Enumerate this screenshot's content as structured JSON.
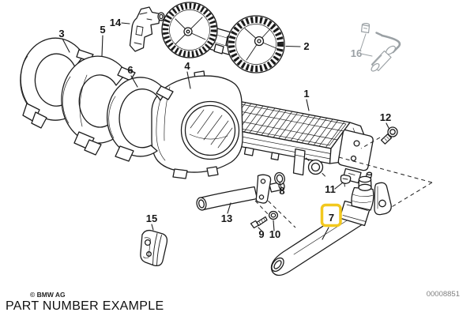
{
  "diagram": {
    "copyright": "© BMW AG",
    "caption": "PART NUMBER EXAMPLE",
    "document_number": "00008851",
    "highlighted_part": "7",
    "colors": {
      "line": "#1c1c1c",
      "muted_part": "#9aa0a4",
      "highlight": "#f2c81e",
      "background": "#ffffff"
    },
    "callouts": [
      {
        "label": "1"
      },
      {
        "label": "2"
      },
      {
        "label": "3"
      },
      {
        "label": "4"
      },
      {
        "label": "5"
      },
      {
        "label": "6"
      },
      {
        "label": "7",
        "highlighted": true
      },
      {
        "label": "8"
      },
      {
        "label": "9"
      },
      {
        "label": "10"
      },
      {
        "label": "11"
      },
      {
        "label": "12"
      },
      {
        "label": "13"
      },
      {
        "label": "14"
      },
      {
        "label": "15"
      },
      {
        "label": "16",
        "muted": true
      }
    ]
  }
}
